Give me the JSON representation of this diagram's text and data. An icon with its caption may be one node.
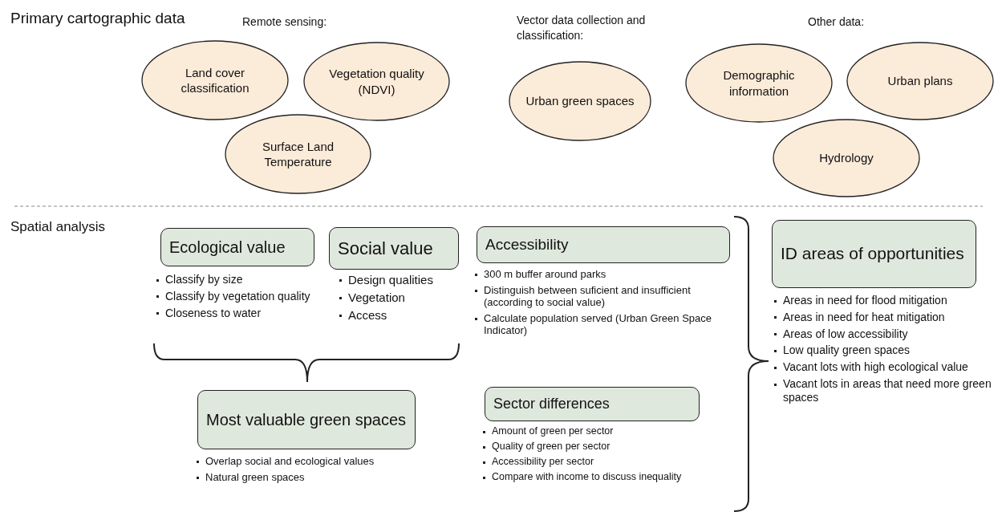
{
  "diagram": {
    "nodes": [
      {
        "text": [
          "Land cover classification"
        ]
      },
      {
        "text": [
          "Vegetation quality (NDVI)"
        ]
      },
      {
        "text": [
          "Surface Land Temperature"
        ]
      },
      {
        "text": [
          "Urban green spaces"
        ]
      },
      {
        "text": [
          "Demographic information"
        ]
      },
      {
        "text": [
          "Urban plans"
        ]
      },
      {
        "text": [
          "Hydrology"
        ]
      },
      {
        "text": [
          "Ecological value"
        ],
        "beside": [
          "Classify by size",
          "Classify by vegetation quality",
          "Closeness to water"
        ]
      },
      {
        "text": [
          "Social value"
        ],
        "beside": [
          "Design qualities",
          "Vegetation",
          "Access"
        ]
      },
      {
        "text": [
          "Most valuable green spaces"
        ],
        "beside": [
          "Overlap social and ecological values",
          "Natural green spaces"
        ]
      },
      {
        "text": [
          "Accessibility"
        ],
        "beside": [
          "300 m buffer around parks",
          "Distinguish between suficient and insufficient (according to social value)",
          "Calculate population served (Urban Green Space Indicator)"
        ]
      },
      {
        "text": [
          "Sector differences"
        ],
        "beside": [
          "Amount of green per sector",
          "Quality of green per sector",
          "Accessibility per sector",
          "Compare with income to discuss inequality"
        ]
      },
      {
        "text": [
          "ID areas of opportunities"
        ],
        "beside": [
          "Areas in need for flood mitigation",
          "Areas in need for heat mitigation",
          "Areas of low accessibility",
          "Low quality green spaces",
          "Vacant lots with high ecological value",
          "Vacant lots in areas that need more green spaces"
        ]
      }
    ],
    "labels": [
      "Primary cartographic data",
      "Remote sensing:",
      "Vector data collection and classification:",
      "Other data:",
      "Spatial analysis"
    ]
  }
}
